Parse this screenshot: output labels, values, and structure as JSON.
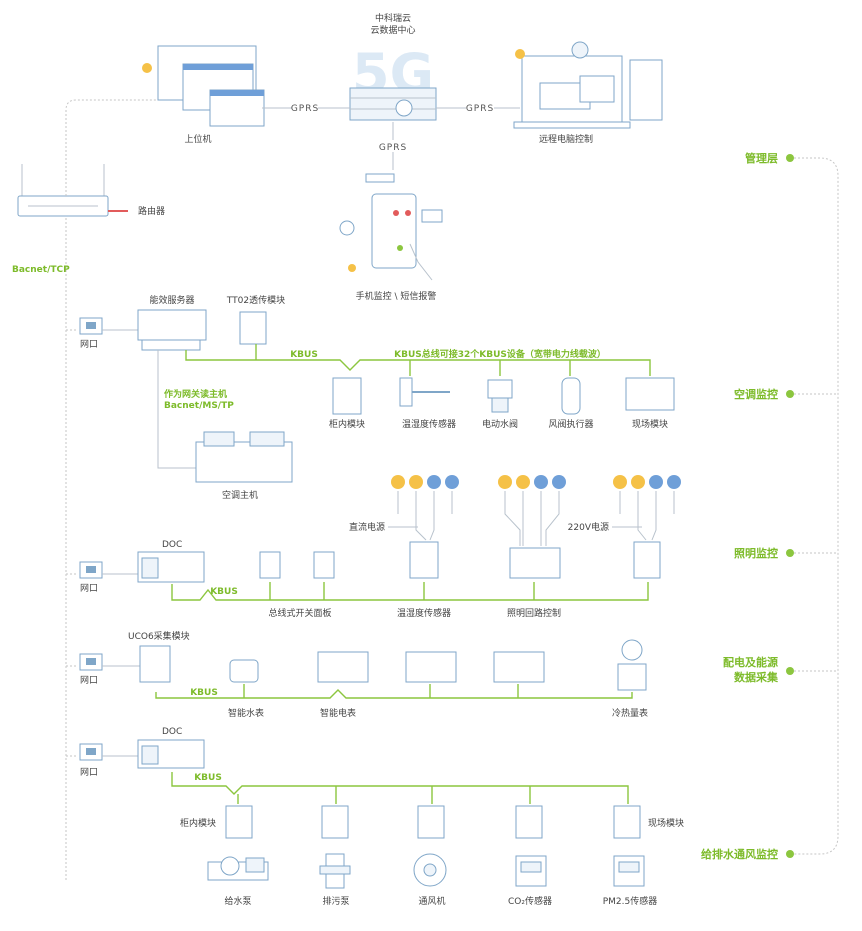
{
  "header": {
    "cloud_name": "中科瑞云",
    "cloud_center": "云数据中心",
    "network_badge": "5G"
  },
  "network": {
    "gprs_left": "GPRS",
    "gprs_right": "GPRS",
    "gprs_down": "GPRS",
    "upper_pc": "上位机",
    "remote_pc": "远程电脑控制",
    "router": "路由器",
    "mobile": "手机监控 \\ 短信报警",
    "bacnet_tcp": "Bacnet/TCP"
  },
  "layers": {
    "management": "管理层",
    "hvac": "空调监控",
    "lighting": "照明监控",
    "power_1": "配电及能源",
    "power_2": "数据采集",
    "water": "给排水通风监控"
  },
  "hvac": {
    "port": "网口",
    "server": "能效服务器",
    "tt02": "TT02透传模块",
    "kbus": "KBUS",
    "kbus_note": "KBUS总线可接32个KBUS设备（宽带电力线载波）",
    "gateway_1": "作为网关读主机",
    "gateway_2": "Bacnet/MS/TP",
    "chiller": "空调主机",
    "devices": [
      "柜内模块",
      "温湿度传感器",
      "电动水阀",
      "风阀执行器",
      "现场模块"
    ]
  },
  "lighting": {
    "port": "网口",
    "doc": "DOC",
    "kbus": "KBUS",
    "dc_power": "直流电源",
    "ac_power": "220V电源",
    "panel": "总线式开关面板",
    "sensor": "温湿度传感器",
    "circuit": "照明回路控制",
    "bulb_colors": [
      "#f5c147",
      "#f5c147",
      "#6f9fd8",
      "#6f9fd8"
    ]
  },
  "power": {
    "port": "网口",
    "module": "UCO6采集模块",
    "kbus": "KBUS",
    "water_meter": "智能水表",
    "power_meter": "智能电表",
    "heat_meter": "冷热量表"
  },
  "water": {
    "port": "网口",
    "doc": "DOC",
    "kbus": "KBUS",
    "cabinet_module": "柜内模块",
    "field_module": "现场模块",
    "devices": [
      "给水泵",
      "排污泵",
      "通风机",
      "CO₂传感器",
      "PM2.5传感器"
    ]
  },
  "colors": {
    "accent_green": "#8cc63f",
    "device_blue": "#7fa6c8",
    "bulb_yellow": "#f5c147",
    "bulb_blue": "#6f9fd8"
  }
}
